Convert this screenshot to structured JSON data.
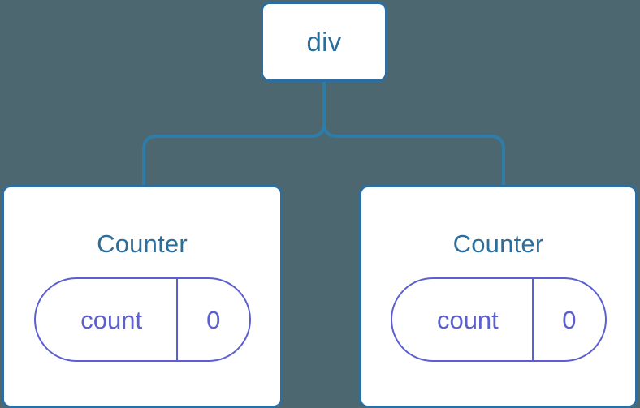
{
  "diagram": {
    "type": "component-tree",
    "background_color": "#4d6770",
    "node_border_color": "#2e6e9e",
    "node_fill_color": "#ffffff",
    "node_text_color": "#2c6e9b",
    "state_color": "#5b5fd0",
    "connector_color": "#2e7ca8",
    "root": {
      "label": "div"
    },
    "children": [
      {
        "title": "Counter",
        "state": {
          "key": "count",
          "value": "0"
        }
      },
      {
        "title": "Counter",
        "state": {
          "key": "count",
          "value": "0"
        }
      }
    ]
  }
}
